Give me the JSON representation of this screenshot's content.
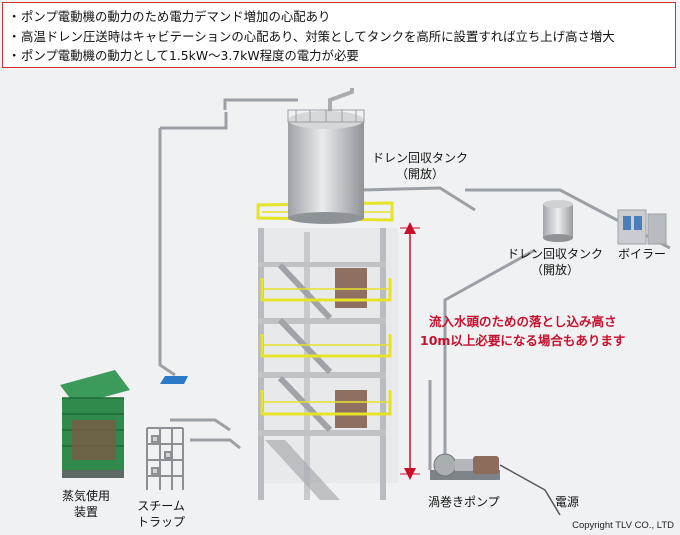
{
  "notes": [
    "ポンプ電動機の動力のため電力デマンド増加の心配あり",
    "高温ドレン圧送時はキャビテーションの心配あり、対策としてタンクを高所に設置すれば立ち上げ高さ増大",
    "ポンプ電動機の動力として1.5kW～3.7kW程度の電力が必要"
  ],
  "bullet": "・",
  "labels": {
    "tank_main_1": "ドレン回収タンク",
    "tank_main_2": "（開放）",
    "tank_small_1": "ドレン回収タンク",
    "tank_small_2": "（開放）",
    "boiler": "ボイラー",
    "steam_equipment_1": "蒸気使用",
    "steam_equipment_2": "装置",
    "steam_trap_1": "スチーム",
    "steam_trap_2": "トラップ",
    "pump": "渦巻きポンプ",
    "power": "電源"
  },
  "callout": {
    "line1": "流入水頭のための落とし込み高さ",
    "line2": "10m以上必要になる場合もあります"
  },
  "copyright": "Copyright TLV CO., LTD",
  "colors": {
    "accent_red": "#c8102e",
    "frame_border": "#d23030",
    "railing_yellow": "#e7e22a",
    "structure_gray": "#b9bcc0",
    "equipment_green": "#2f8a4c"
  }
}
